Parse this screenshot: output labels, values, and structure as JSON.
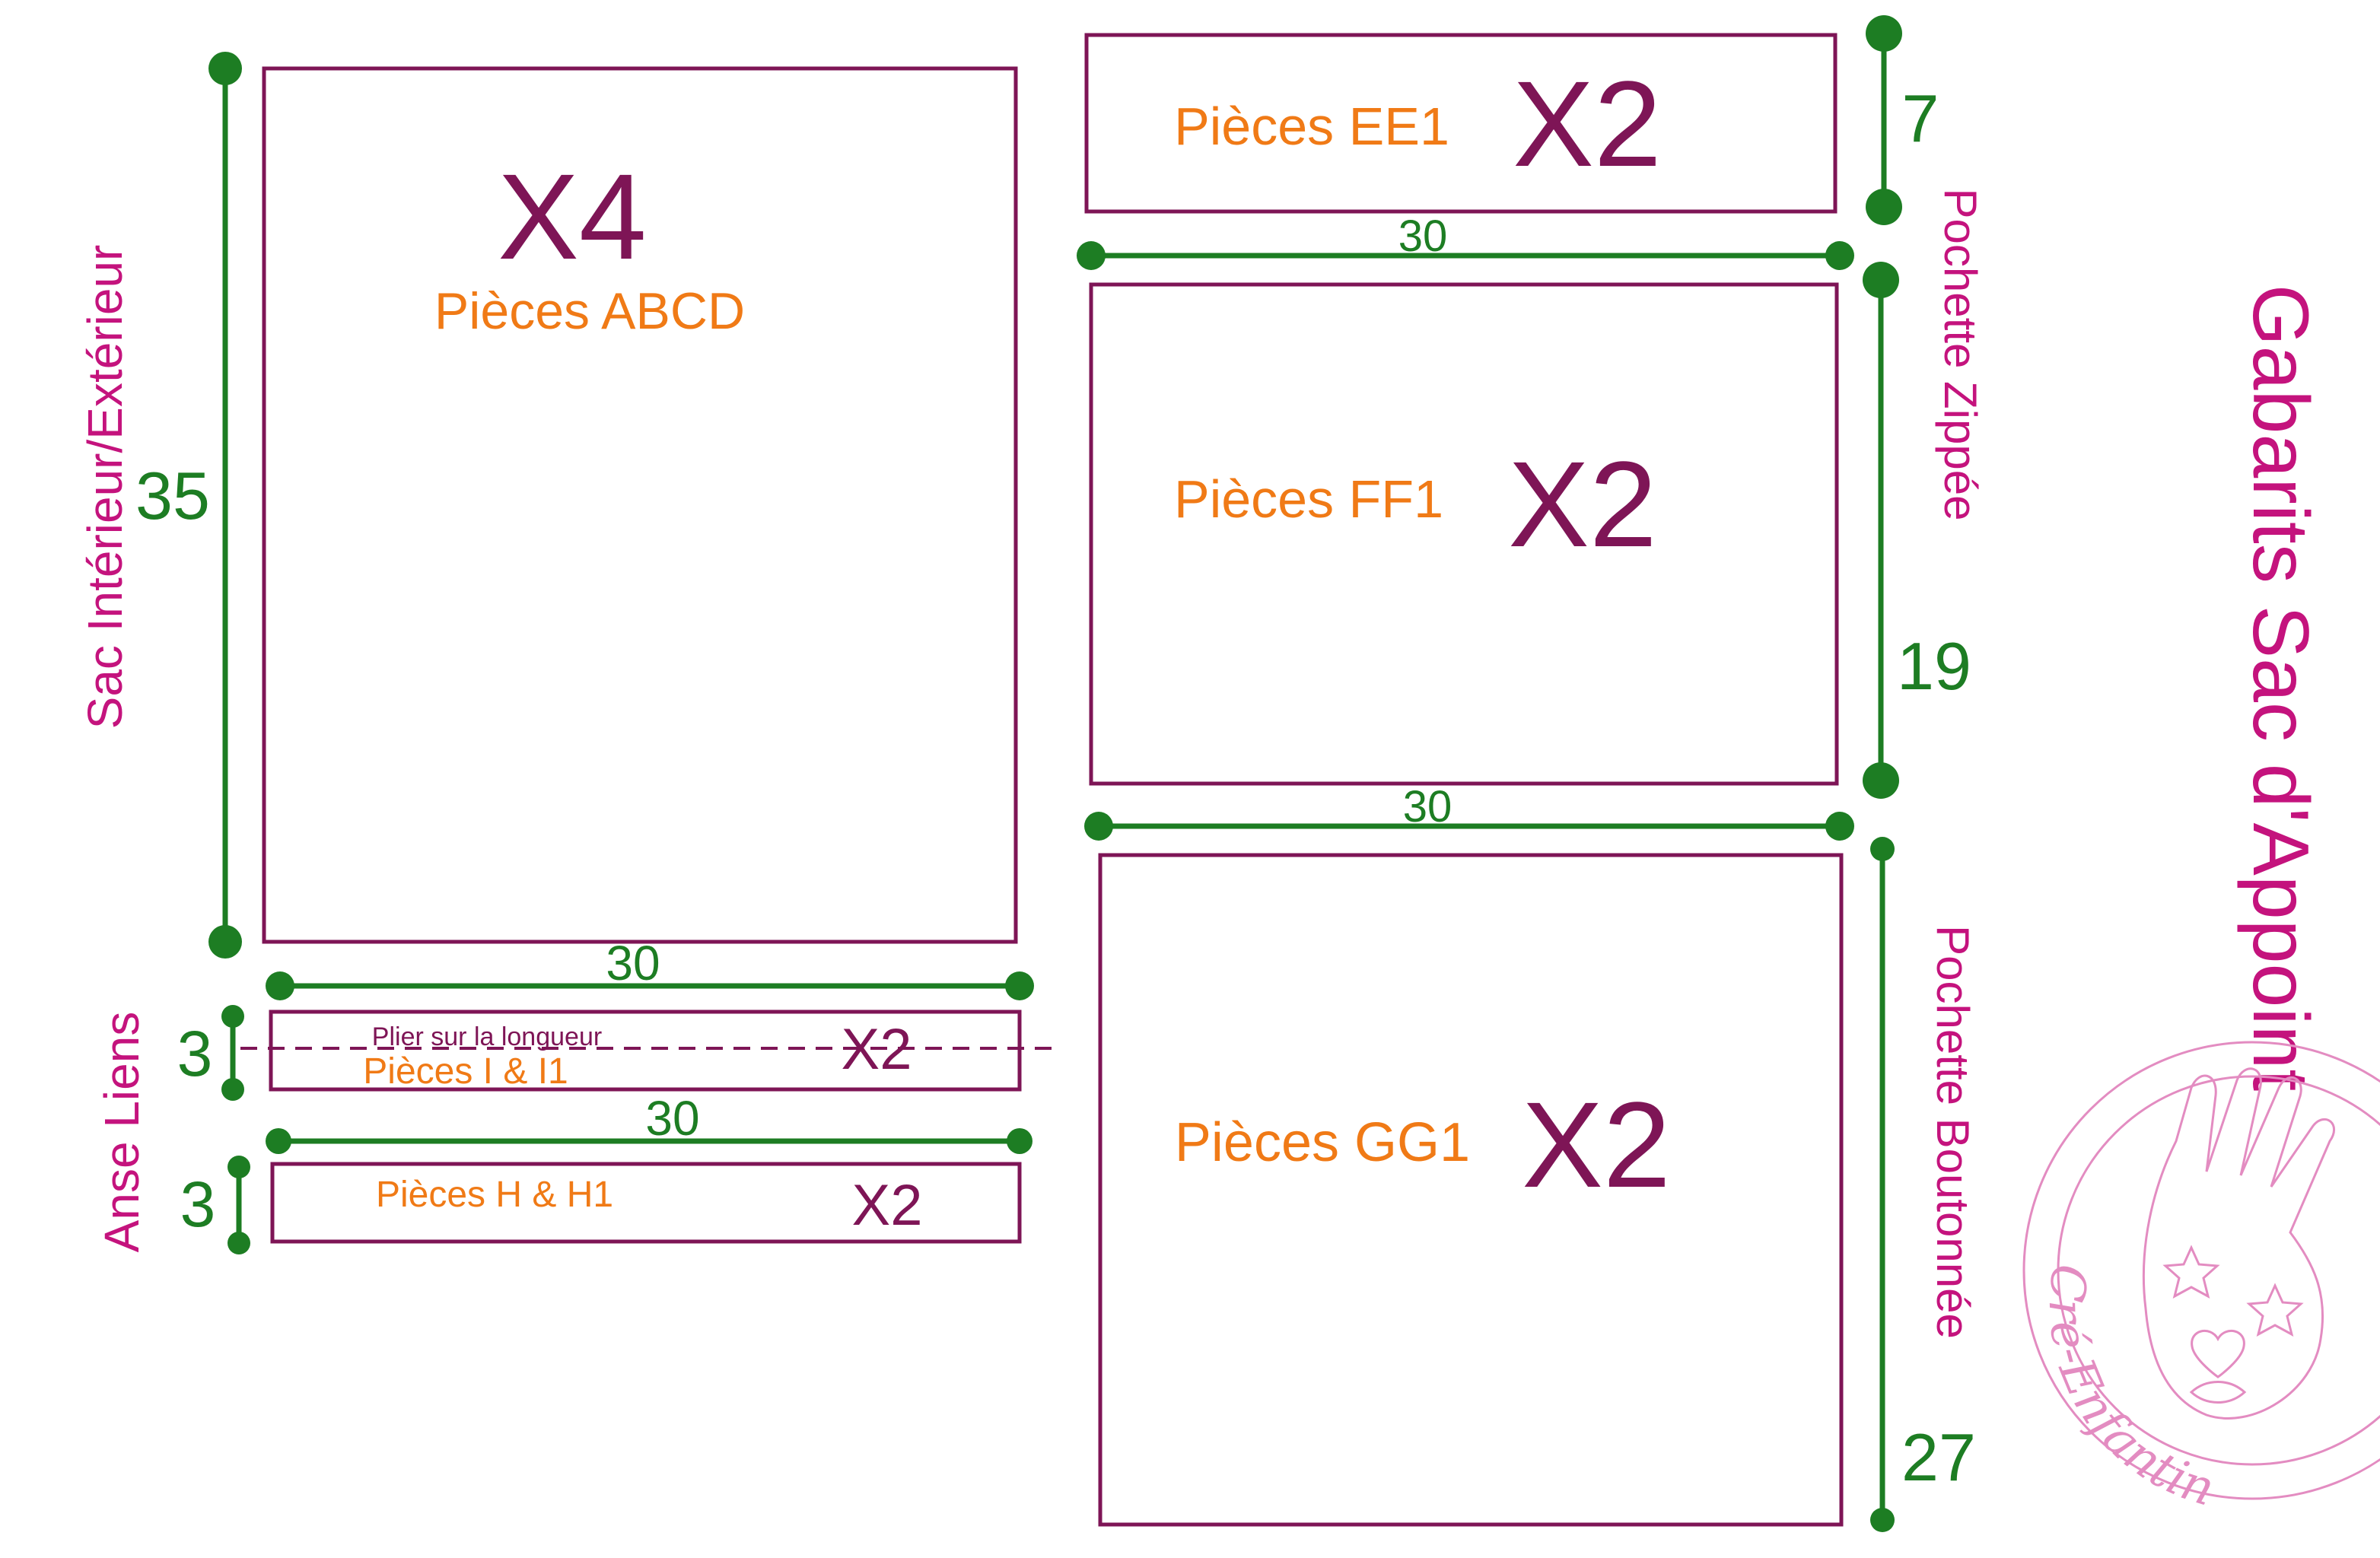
{
  "title": "Gabarits Sac d'Appoint",
  "sections": {
    "sac": "Sac Intérieur/Extérieur",
    "anse": "Anse Liens",
    "pochette_zippee": "Pochette Zippée",
    "pochette_boutonnee": "Pochette Boutonnée"
  },
  "pieces": {
    "abcd": {
      "label": "Pièces ABCD",
      "count": "X4",
      "width": "30",
      "height": "35"
    },
    "i": {
      "label": "Pièces I & I1",
      "count": "X2",
      "width": "30",
      "height": "3",
      "fold_note": "Plier sur la longueur"
    },
    "h": {
      "label": "Pièces H & H1",
      "count": "X2",
      "width": "30",
      "height": "3"
    },
    "ee1": {
      "label": "Pièces EE1",
      "count": "X2",
      "height": "7"
    },
    "ff1": {
      "label": "Pièces FF1",
      "count": "X2",
      "width": "30",
      "height": "19"
    },
    "gg1": {
      "label": "Pièces GG1",
      "count": "X2",
      "width": "30",
      "height": "27"
    }
  },
  "stamp": {
    "text": "Cré-Enfantin",
    "icon": "hand-stamp-icon"
  },
  "colors": {
    "outline": "#7e1556",
    "dimension": "#1d7d23",
    "piece_label": "#f07a16",
    "section_label": "#c4137d",
    "stamp": "#e38cc1"
  }
}
